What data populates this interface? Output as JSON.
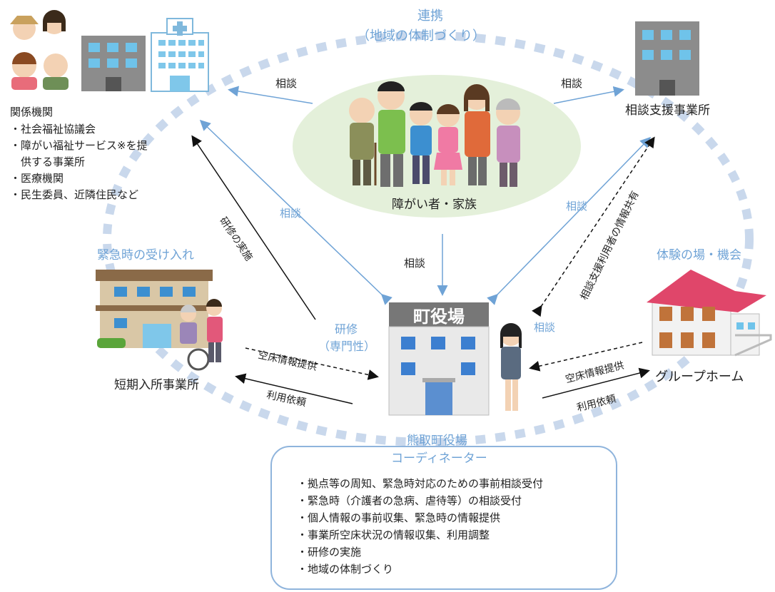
{
  "collaboration": {
    "line1": "連携",
    "line2": "（地域の体制づくり）"
  },
  "center": {
    "label": "障がい者・家族"
  },
  "related_orgs": {
    "title": "関係機関",
    "items": [
      "・社会福祉協議会",
      "・障がい福祉サービス※を提",
      "　供する事業所",
      "・医療機関",
      "・民生委員、近隣住民など"
    ]
  },
  "consultation_office": {
    "label": "相談支援事業所"
  },
  "emergency": {
    "label": "緊急時の受け入れ"
  },
  "short_stay": {
    "label": "短期入所事業所"
  },
  "experience": {
    "label": "体験の場・機会"
  },
  "group_home": {
    "label": "グループホーム"
  },
  "townhall": {
    "sign": "町役場"
  },
  "coordinator": {
    "line1": "熊取町役場",
    "line2": "コーディネーター",
    "items": [
      "・拠点等の周知、緊急時対応のための事前相談受付",
      "・緊急時（介護者の急病、虐待等）の相談受付",
      "・個人情報の事前収集、緊急時の情報提供",
      "・事業所空床状況の情報収集、利用調整",
      "・研修の実施",
      "・地域の体制づくり"
    ]
  },
  "arrows": {
    "consult_left": "相談",
    "consult_right": "相談",
    "consult_left_blue": "相談",
    "consult_right_blue": "相談",
    "consult_center": "相談",
    "consult_townhall_right": "相談",
    "training_impl": "研修の実施",
    "training_line1": "研修",
    "training_line2": "（専門性）",
    "info_share": "相談支援利用者の情報共有",
    "vacancy_left": "空床情報提供",
    "request_left": "利用依頼",
    "vacancy_right": "空床情報提供",
    "request_right": "利用依頼"
  },
  "colors": {
    "blue_text": "#6fa3d6",
    "arrow_blue": "#6fa3d6",
    "ring": "#c9d8ec",
    "ellipse": "#e4f0da",
    "box_border": "#8fb4dc"
  }
}
